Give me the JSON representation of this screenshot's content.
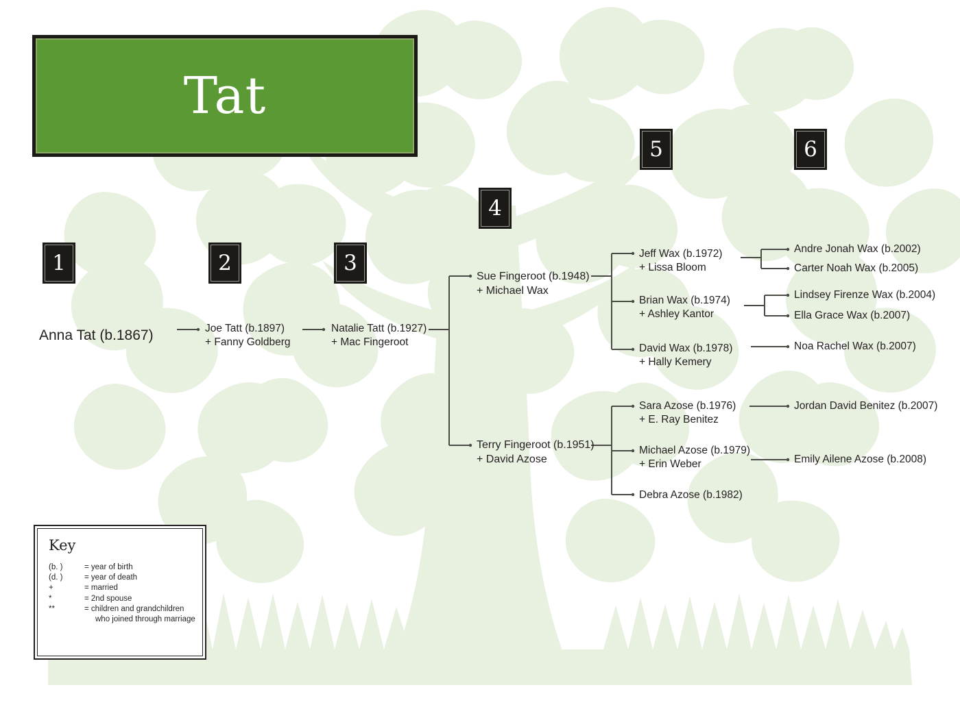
{
  "title": {
    "surname": "Tat"
  },
  "generation_badges": [
    {
      "number": "1"
    },
    {
      "number": "2"
    },
    {
      "number": "3"
    },
    {
      "number": "4"
    },
    {
      "number": "5"
    },
    {
      "number": "6"
    }
  ],
  "people": {
    "gen1": {
      "line1": "Anna Tat (b.1867)"
    },
    "gen2": {
      "line1": "Joe Tatt (b.1897)",
      "line2": "+ Fanny Goldberg"
    },
    "gen3": {
      "line1": "Natalie Tatt (b.1927)",
      "line2": "+ Mac Fingeroot"
    },
    "gen4": [
      {
        "line1": "Sue Fingeroot (b.1948)",
        "line2": "+ Michael Wax"
      },
      {
        "line1": "Terry Fingeroot (b.1951)",
        "line2": "+ David Azose"
      }
    ],
    "gen5": [
      {
        "line1": "Jeff Wax (b.1972)",
        "line2": "+ Lissa Bloom"
      },
      {
        "line1": "Brian Wax (b.1974)",
        "line2": "+ Ashley Kantor"
      },
      {
        "line1": "David Wax (b.1978)",
        "line2": "+ Hally Kemery"
      },
      {
        "line1": "Sara Azose (b.1976)",
        "line2": "+ E. Ray Benitez"
      },
      {
        "line1": "Michael Azose (b.1979)",
        "line2": "+ Erin Weber"
      },
      {
        "line1": "Debra Azose (b.1982)",
        "line2": ""
      }
    ],
    "gen6": [
      {
        "line1": "Andre Jonah Wax (b.2002)"
      },
      {
        "line1": "Carter Noah Wax (b.2005)"
      },
      {
        "line1": "Lindsey Firenze Wax (b.2004)"
      },
      {
        "line1": "Ella Grace Wax (b.2007)"
      },
      {
        "line1": "Noa Rachel Wax (b.2007)"
      },
      {
        "line1": "Jordan David Benitez (b.2007)"
      },
      {
        "line1": "Emily Ailene Azose (b.2008)"
      }
    ]
  },
  "key": {
    "title": "Key",
    "rows": [
      {
        "symbol": "(b.    )",
        "definition": "= year of birth"
      },
      {
        "symbol": "(d.    )",
        "definition": "= year of death"
      },
      {
        "symbol": "+",
        "definition": "= married"
      },
      {
        "symbol": "*",
        "definition": "= 2nd spouse"
      },
      {
        "symbol": "**",
        "definition": "= children and grandchildren"
      }
    ],
    "continuation": "who joined through marriage"
  },
  "colors": {
    "plaque_green": "#5b9935",
    "plaque_border_dark": "#1c1a17",
    "plaque_border_light": "#8fa86a",
    "badge_dark": "#1c1a17",
    "text": "#231f20",
    "leaf_pale": "#e8f0e0",
    "connector": "#4a4a45",
    "page_background": "#ffffff"
  }
}
